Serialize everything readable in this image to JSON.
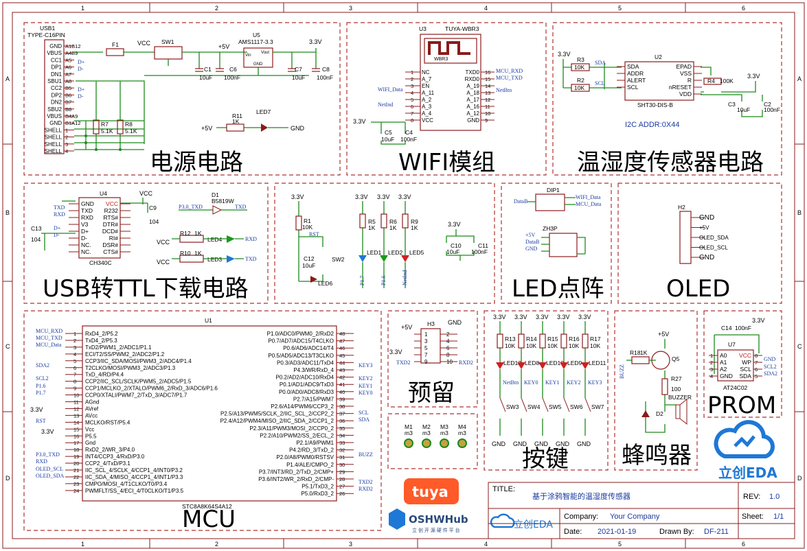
{
  "colors": {
    "border": "#8b1a1a",
    "wire": "#1a8a1a",
    "net": "#1a3aa0",
    "section": "#b03030",
    "accent_blue": "#1e78d6",
    "tuya": "#ff5a28"
  },
  "sections": {
    "power": "电源电路",
    "wifi": "WIFI模组",
    "sensor": "温湿度传感器电路",
    "usb_ttl": "USB转TTL下载电路",
    "led_matrix": "LED点阵",
    "oled": "OLED",
    "mcu": "MCU",
    "reserved": "预留",
    "keys": "按键",
    "buzzer": "蜂鸣器",
    "prom": "PROM"
  },
  "grid": {
    "cols": [
      "1",
      "2",
      "3",
      "4",
      "5",
      "6"
    ],
    "rows": [
      "A",
      "B",
      "C",
      "D"
    ]
  },
  "power": {
    "usb_ref": "USB1",
    "usb_part": "TYPE-C16PIN",
    "usb_pins": [
      "GND",
      "VBUS",
      "CC1",
      "DP1",
      "DN1",
      "SBU1",
      "CC2",
      "DP2",
      "DN2",
      "SBU2",
      "VBUS",
      "GND",
      "SHELL",
      "SHELL",
      "SHELL",
      "SHELL"
    ],
    "usb_pads": [
      "A1B12",
      "A4B9",
      "A5",
      "A6",
      "A7",
      "A8",
      "B5",
      "B6",
      "B7",
      "B8",
      "B4A9",
      "B1A12",
      "1",
      "2",
      "3",
      "4"
    ],
    "dplus": "D+",
    "dminus": "D-",
    "f1": "F1",
    "sw1": "SW1",
    "vcc": "VCC",
    "u5": "U5",
    "u5_part": "AMS1117-3.3",
    "u5_vin": "Vin",
    "u5_vout": "Vout",
    "u5_gnd": "GND",
    "v5": "+5V",
    "v33": "3.3V",
    "c1": "C1",
    "c1v": "10uF",
    "c6": "C6",
    "c6v": "100nF",
    "c7": "C7",
    "c7v": "10uF",
    "c8": "C8",
    "c8v": "100nF",
    "r7": "R7",
    "r7v": "5.1K",
    "r8": "R8",
    "r8v": "5.1K",
    "r11": "R11",
    "r11v": "1K",
    "led7": "LED7",
    "gnd": "GND",
    "p5v": "+5V"
  },
  "wifi": {
    "u3": "U3",
    "part": "TUYA-WBR3",
    "chip": "WBR3",
    "left_pins": [
      "NC",
      "A_7",
      "EN",
      "A_11",
      "A_2",
      "A_3",
      "A_4",
      "VCC"
    ],
    "left_nums": [
      "1",
      "2",
      "3",
      "4",
      "5",
      "6",
      "7",
      "8"
    ],
    "right_pins": [
      "TXD0",
      "RXD0",
      "A_19",
      "A_18",
      "A_17",
      "A_16",
      "A_12",
      "GND"
    ],
    "right_nums": [
      "16",
      "15",
      "14",
      "13",
      "12",
      "11",
      "10",
      "9"
    ],
    "nets": {
      "mcu_rxd": "MCU_RXD",
      "mcu_txd": "MCU_TXD",
      "netbtn": "NetBtn",
      "wifi_data": "WIFI_Data",
      "netind": "NetInd"
    },
    "v33": "3.3V",
    "c5": "C5",
    "c5v": "10uF",
    "c4": "C4",
    "c4v": "100nF"
  },
  "sensor": {
    "u2": "U2",
    "part": "SHT30-DIS-B",
    "left": [
      "SDA",
      "ADDR",
      "ALERT",
      "SCL"
    ],
    "right": [
      "EPAD",
      "VSS",
      "R",
      "nRESET",
      "VDD"
    ],
    "r3": "R3",
    "r3v": "10K",
    "r2": "R2",
    "r2v": "10K",
    "r4": "R4",
    "r4v": "100K",
    "sda": "SDA",
    "scl": "SCL",
    "c3": "C3",
    "c3v": "10uF",
    "c2": "C2",
    "c2v": "100nF",
    "v33": "3.3V",
    "addr": "I2C ADDR:0X44"
  },
  "usb_ttl": {
    "u4": "U4",
    "part": "CH340C",
    "left": [
      "GND",
      "TXD",
      "RXD",
      "V3",
      "D+",
      "D-",
      "NC.",
      "NC."
    ],
    "right": [
      "VCC",
      "R232",
      "RTS#",
      "DTR#",
      "DCD#",
      "RI#",
      "DSR#",
      "CTS#"
    ],
    "txd": "TXD",
    "rxd": "RXD",
    "dp": "D+",
    "dm": "D-",
    "c13": "C13",
    "c13v": "104",
    "c9": "C9",
    "c9v": "104",
    "vcc": "VCC",
    "d1": "D1",
    "d1p": "B5819W",
    "p30": "P3.0_TXD",
    "r12": "R12",
    "r12v": "1K",
    "led4": "LED4",
    "r10": "R10",
    "r10v": "1K",
    "led3": "LED3"
  },
  "reset": {
    "v33": "3.3V",
    "r1": "R1",
    "r1v": "10K",
    "rst": "RST",
    "c12": "C12",
    "c12v": "10uF",
    "sw2": "SW2",
    "led6": "LED6",
    "r5": "R5",
    "r5v": "1K",
    "r6": "R6",
    "r6v": "1K",
    "r9": "R9",
    "r9v": "1K",
    "led1": "LED1",
    "led2": "LED2",
    "led5": "LED5",
    "p17": "P1.7",
    "p16": "P1.6",
    "netind": "NetInd",
    "c10": "C10",
    "c10v": "10uF",
    "c11": "C11",
    "c11v": "100nF"
  },
  "ledm": {
    "dip1": "DIP1",
    "datab": "DataB",
    "wifi": "WIFI_Data",
    "mcu": "MCU_Data",
    "zh3p": "ZH3P",
    "p5v": "+5V",
    "gnd": "GND"
  },
  "oled": {
    "h2": "H2",
    "pins": [
      "GND",
      "+5V",
      "OLED_SDA",
      "OLED_SCL",
      "GND"
    ]
  },
  "mcu": {
    "u1": "U1",
    "part": "STC8A8K64S4A12",
    "left": [
      "RxD4_2/P5.2",
      "TxD4_2/P5.3",
      "TxD2/PWM1_2/ADC1/P1.1",
      "ECI/T2/SS/PWM2_2/ADC2/P1.2",
      "CCP3/IIC_SDA/MOSI/PWM3_2/ADC4/P1.4",
      "T2CLKO/MOSI/PWM3_2/ADC3/P1.3",
      "TxD_4/RD/P4.4",
      "CCP2/IIC_SCL/SCLK/PWM5_2/ADC5/P1.5",
      "CCP1/MCLKO_2/XTALO/PWM6_2/RxD_3/ADC6/P1.6",
      "CCP0/XTALI/PWM7_2/TxD_3/ADC7/P1.7",
      "AGnd",
      "AVref",
      "AVcc",
      "MCLKO/RST/P5.4",
      "Vcc",
      "P5.5",
      "Gnd",
      "RxD2_2/WR_3/P4.0",
      "INT4/CCP3_4/RxD/P3.0",
      "CCP2_4/TxD/P3.1",
      "IIC_SCL_4/SCLK_4/CCP1_4/INT0/P3.2",
      "IIC_SDA_4/MISO_4/CCP1_4/INT1/P3.3",
      "CMPO/MOSI_4/T1CLKO/T0/P3.4",
      "PWMFLT/SS_4/ECI_4/T0CLKO/T1/P3.5"
    ],
    "right": [
      "P1.0/ADC0/PWM0_2/RxD2",
      "P0.7/AD7/ADC15/T4CLKO",
      "P0.6/AD6/ADC14/T4",
      "P0.5/AD5/ADC13/T3CLKO",
      "P0.3/AD3/ADC11/TxD4",
      "P4.3/WR/RxD_4",
      "P0.2/AD2/ADC10/RxD4",
      "P0.1/AD1/ADC9/TxD3",
      "P0.0/AD0/ADC8/RxD3",
      "P2.7/A15/PWM7",
      "P2.6/A14/PWM6/CCP3_2",
      "P2.5/A13/PWM5/SCLK_2/IIC_SCL_2/CCP2_2",
      "P2.4/A12/PWM4/MISO_2/IIC_SDA_2/CCP1_2",
      "P2.3/A11/PWM3/MOSI_2/CCP0_2",
      "P2.2/A10/PWM2/SS_2/ECL_2",
      "P2.1/A9/PWM1",
      "P4.2/RD_3/TxD_2",
      "P2.0/A8/PWM0/RSTSV",
      "P1.4/ALE/CMPO_2",
      "P3.7/INT3/RD_2/TxD_2/CMP+",
      "P3.6/INT2/WR_2/RxD_2/CMP-",
      "P5.1/TxD3_2",
      "P5.0/RxD3_2"
    ],
    "left_nets": {
      "mcu_rxd": "MCU_RXD",
      "mcu_txd": "MCU_TXD",
      "mcu_data": "MCU_Data",
      "sda2": "SDA2",
      "scl2": "SCL2",
      "p16": "P1.6",
      "p17": "P1.7",
      "v33": "3.3V",
      "rst": "RST",
      "p30": "P3.0_TXD",
      "rxd": "RXD",
      "oled_scl": "OLED_SCL",
      "oled_sda": "OLED_SDA"
    },
    "right_nets": {
      "key3": "KEY3",
      "key2": "KEY2",
      "key1": "KEY1",
      "key0": "KEY0",
      "scl": "SCL",
      "sda": "SDA",
      "buzz": "BUZZ",
      "txd2": "TXD2",
      "rxd2": "RXD2"
    }
  },
  "reserved": {
    "h3": "H3",
    "p5v": "+5V",
    "gnd": "GND",
    "v33": "3.3V",
    "txd2": "TXD2",
    "rxd2": "RXD2"
  },
  "holes": {
    "refs": [
      "M1",
      "M2",
      "M3",
      "M4"
    ],
    "val": "m3"
  },
  "keys": {
    "v33": "3.3V",
    "refs": [
      "R13",
      "R14",
      "R15",
      "R16",
      "R17"
    ],
    "val": "10K",
    "leds": [
      "LED12",
      "LED8",
      "LED10",
      "LED9",
      "LED11"
    ],
    "nets": [
      "NetBtn",
      "KEY0",
      "KEY1",
      "KEY2",
      "KEY3"
    ],
    "sws": [
      "SW3",
      "SW4",
      "SW5",
      "SW6",
      "SW7"
    ],
    "gnd": "GND"
  },
  "buzzer": {
    "p5v": "+5V",
    "r18": "R18",
    "r18v": "1K",
    "q5": "Q5",
    "r27": "R27",
    "r27v": "100",
    "buzzer": "BUZZER",
    "d2": "D2",
    "buzz": "BUZZ"
  },
  "prom": {
    "c14": "C14",
    "c14v": "100nF",
    "v33": "3.3V",
    "u7": "U7",
    "part": "AT24C02",
    "left": [
      "A0",
      "A1",
      "A2",
      "GND"
    ],
    "right": [
      "VCC",
      "WP",
      "SCL",
      "SDA"
    ],
    "nets": {
      "gnd": "GND",
      "scl2": "SCL2",
      "sda2": "SDA2"
    }
  },
  "title": {
    "title_label": "TITLE:",
    "title": "基于涂鸦智能的温湿度传感器",
    "rev_label": "REV:",
    "rev": "1.0",
    "company_label": "Company:",
    "company": "Your Company",
    "sheet_label": "Sheet:",
    "sheet": "1/1",
    "date_label": "Date:",
    "date": "2021-01-19",
    "drawn_label": "Drawn By:",
    "drawn": "DF-211"
  },
  "logos": {
    "tuya": "tuya",
    "oshw": "OSHWHub",
    "oshw_sub": "立 创 开 源 硬 件 平 台",
    "lceda": "立创EDA",
    "lceda_big": "立创EDA"
  }
}
